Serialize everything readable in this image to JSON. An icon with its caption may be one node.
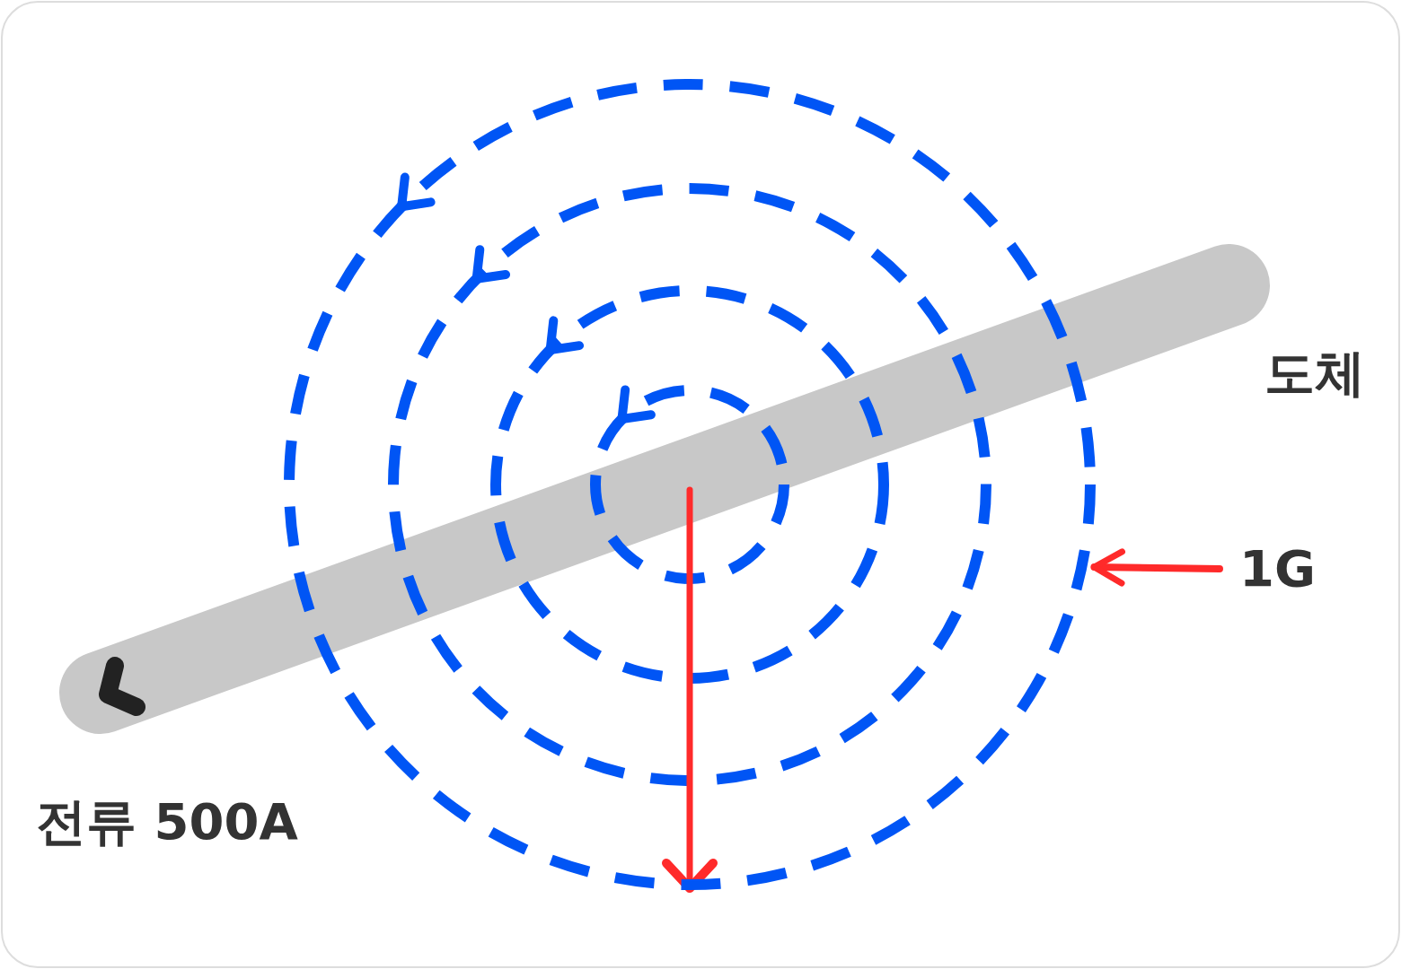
{
  "diagram": {
    "nodes": [
      {
        "text": [
          "1G"
        ]
      },
      {
        "text": [],
        "shape": "circle"
      }
    ],
    "edges": [
      {
        "from": 0,
        "to": 1,
        "arrow": "to",
        "color": "#ff2a2a"
      }
    ],
    "labels": [
      "도체",
      "전류 500A"
    ]
  }
}
